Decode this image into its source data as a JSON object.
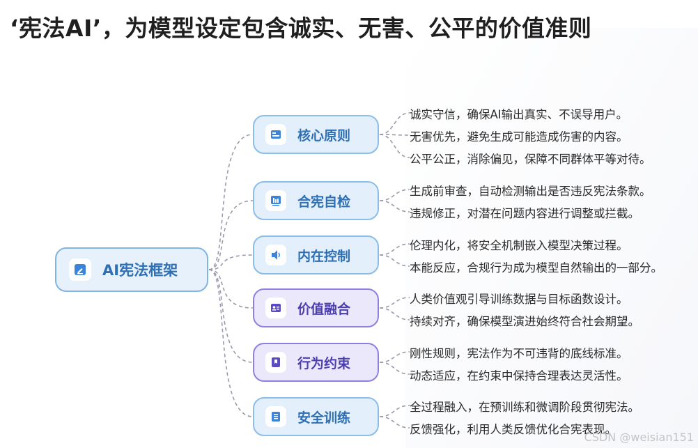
{
  "title": "‘宪法AI’，为模型设定包含诚实、无害、公平的价值准则",
  "root": {
    "label": "AI宪法框架",
    "icon": "edit-icon"
  },
  "branches": [
    {
      "label": "核心原则",
      "icon": "card-icon",
      "color": "#2f6fb3",
      "leaves": [
        "诚实守信，确保AI输出真实、不误导用户。",
        "无害优先，避免生成可能造成伤害的内容。",
        "公平公正，消除偏见，保障不同群体平等对待。"
      ]
    },
    {
      "label": "合宪自检",
      "icon": "chart-icon",
      "color": "#2f6fb3",
      "leaves": [
        "生成前审查，自动检测输出是否违反宪法条款。",
        "违规修正，对潜在问题内容进行调整或拦截。"
      ]
    },
    {
      "label": "内在控制",
      "icon": "speaker-icon",
      "color": "#2f6fb3",
      "leaves": [
        "伦理内化，将安全机制嵌入模型决策过程。",
        "本能反应，合规行为成为模型自然输出的一部分。"
      ]
    },
    {
      "label": "价值融合",
      "icon": "id-card-icon",
      "color": "#4b3fae",
      "leaves": [
        "人类价值观引导训练数据与目标函数设计。",
        "持续对齐，确保模型演进始终符合社会期望。"
      ]
    },
    {
      "label": "行为约束",
      "icon": "bookmark-icon",
      "color": "#4b3fae",
      "leaves": [
        "刚性规则，宪法作为不可违背的底线标准。",
        "动态适应，在约束中保持合理表达灵活性。"
      ]
    },
    {
      "label": "安全训练",
      "icon": "document-icon",
      "color": "#2f6fb3",
      "leaves": [
        "全过程融入，在预训练和微调阶段贯彻宪法。",
        "反馈强化，利用人类反馈优化合宪表现。"
      ]
    }
  ],
  "watermark": "CSDN @weisian151"
}
